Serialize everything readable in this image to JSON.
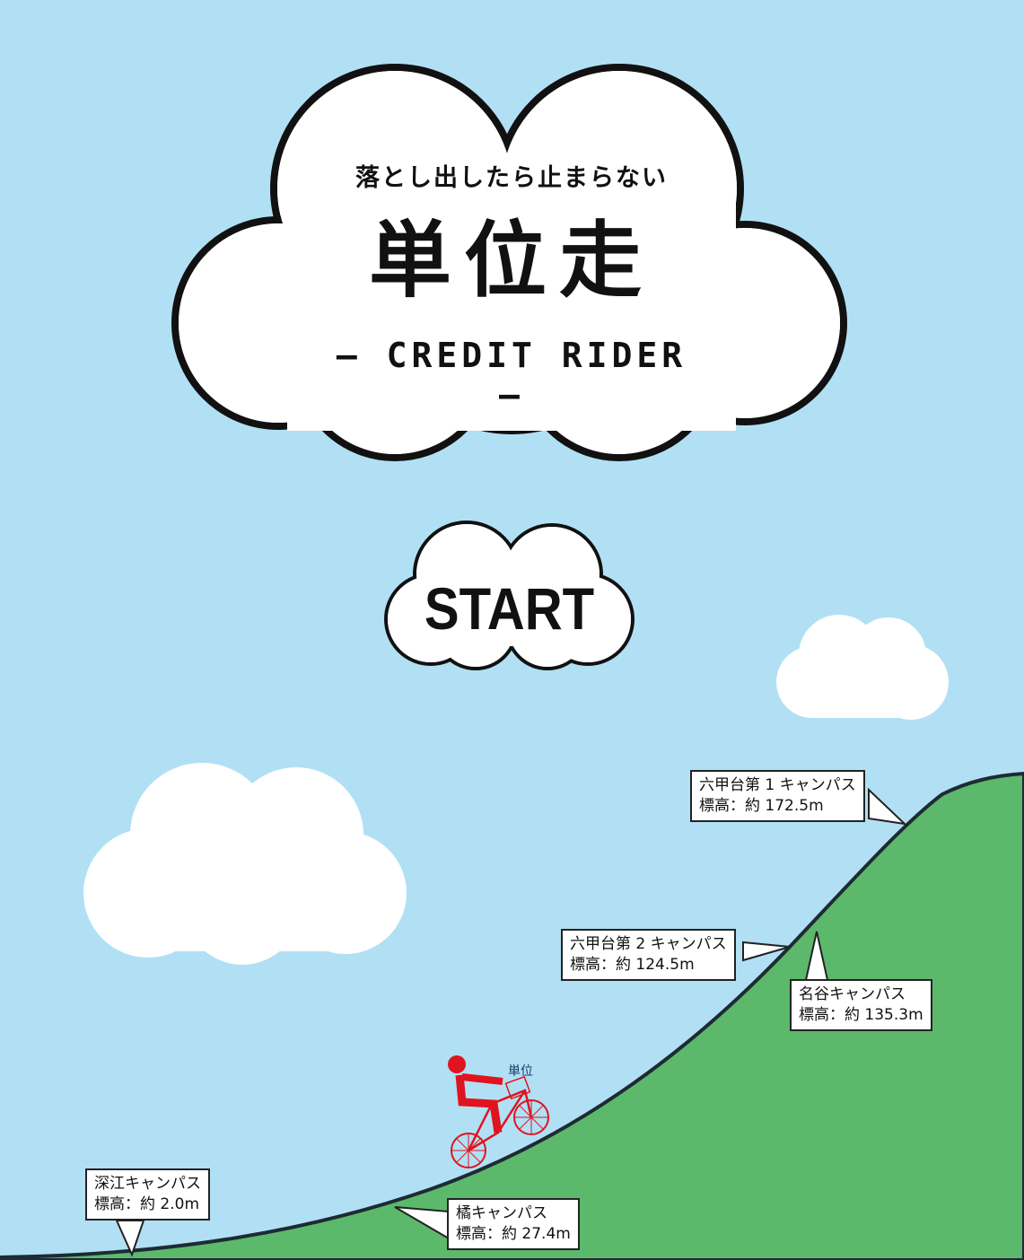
{
  "title_screen": {
    "tagline": "落とし出したら止まらない",
    "title": "単位走",
    "subtitle": "— CREDIT RIDER —",
    "start_label": "START"
  },
  "campuses": [
    {
      "name": "深江キャンパス",
      "elevation": "標高：約 2.0m"
    },
    {
      "name": "橘キャンパス",
      "elevation": "標高：約 27.4m"
    },
    {
      "name": "六甲台第 2 キャンパス",
      "elevation": "標高：約 124.5m"
    },
    {
      "name": "名谷キャンパス",
      "elevation": "標高：約 135.3m"
    },
    {
      "name": "六甲台第 1 キャンパス",
      "elevation": "標高：約 172.5m"
    }
  ],
  "rider": {
    "basket_text": "単位"
  },
  "colors": {
    "sky": "#b1e0f5",
    "hill": "#5cb96b",
    "rider": "#e0141e"
  }
}
